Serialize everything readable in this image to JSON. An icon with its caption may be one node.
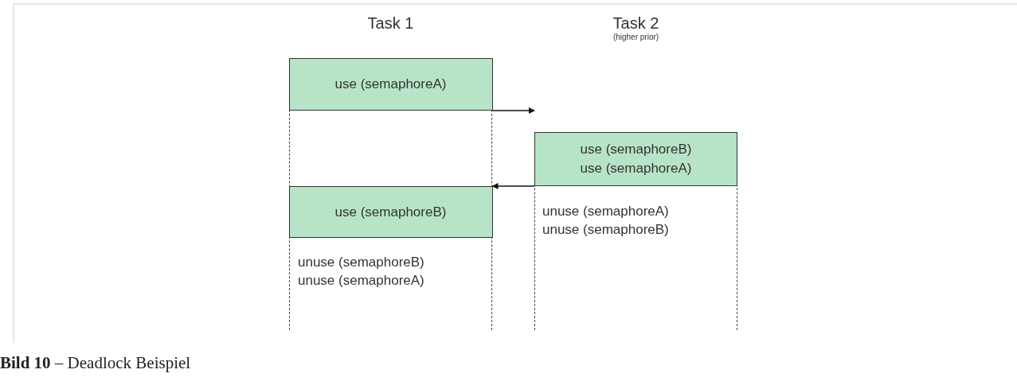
{
  "diagram": {
    "caption": "**Bild 10** – Deadlock Beispiel",
    "nodes": [
      {
        "text": [
          "Task 1",
          "unuse (semaphoreB)",
          "unuse (semaphoreA)"
        ]
      },
      {
        "text": [
          "use (semaphoreA)"
        ],
        "in": 0
      },
      {
        "text": [
          "use (semaphoreB)"
        ],
        "in": 0
      },
      {
        "text": [
          "Task 2",
          "(higher prior)",
          "unuse (semaphoreA)",
          "unuse (semaphoreB)"
        ]
      },
      {
        "text": [
          "use (semaphoreB)",
          "use (semaphoreA)"
        ],
        "in": 3
      }
    ],
    "edges": [
      {
        "from": 1,
        "to": 4,
        "arrow": "to"
      },
      {
        "from": 4,
        "to": 2,
        "arrow": "to"
      }
    ]
  }
}
